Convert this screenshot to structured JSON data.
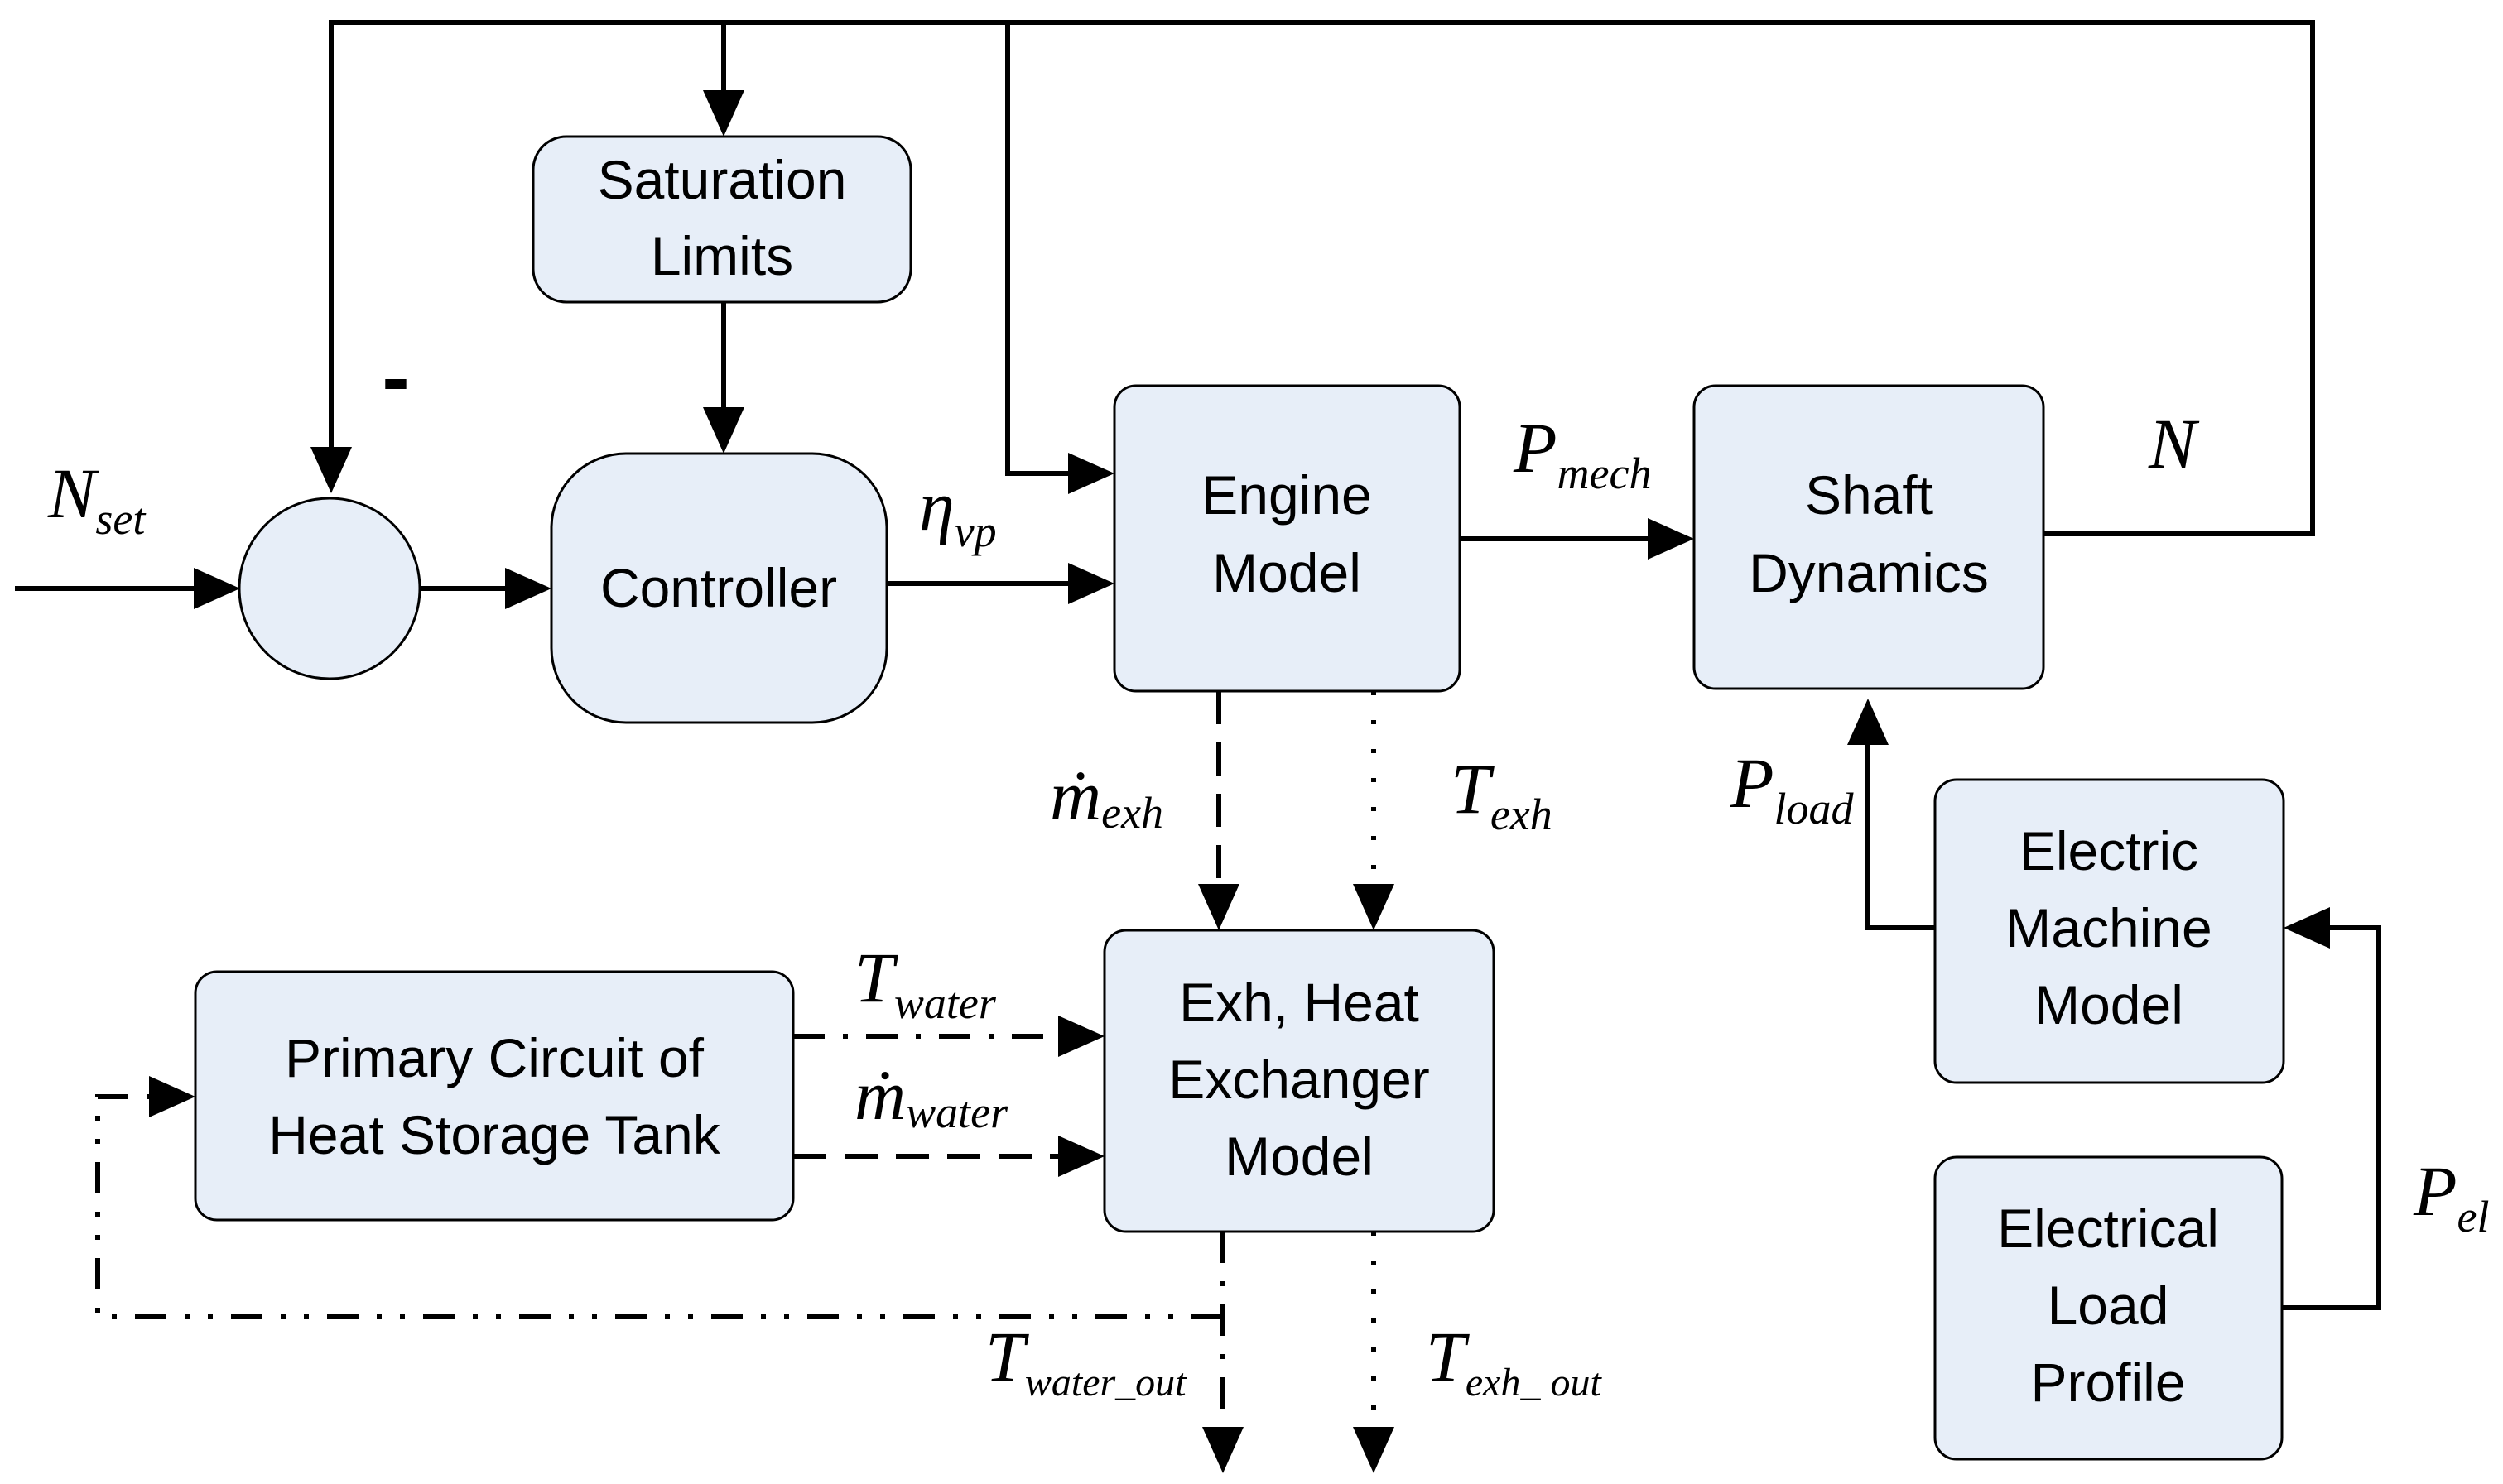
{
  "blocks": {
    "saturation": [
      "Saturation",
      "Limits"
    ],
    "controller": [
      "Controller"
    ],
    "engine": [
      "Engine",
      "Model"
    ],
    "shaft": [
      "Shaft",
      "Dynamics"
    ],
    "exchanger": [
      "Exh, Heat",
      "Exchanger",
      "Model"
    ],
    "primary": [
      "Primary Circuit of",
      "Heat Storage Tank"
    ],
    "machine": [
      "Electric",
      "Machine",
      "Model"
    ],
    "profile": [
      "Electrical",
      "Load",
      "Profile"
    ]
  },
  "sum_sign": "-",
  "signals": {
    "n_set": {
      "main": "N",
      "sub": "set"
    },
    "eta_vp": {
      "main": "η",
      "sub": "vp"
    },
    "p_mech": {
      "main": "P",
      "sub": "mech"
    },
    "n": {
      "main": "N",
      "sub": ""
    },
    "p_load": {
      "main": "P",
      "sub": "load"
    },
    "p_el": {
      "main": "P",
      "sub": "el"
    },
    "m_exh": {
      "main": "ṁ",
      "sub": "exh"
    },
    "t_exh": {
      "main": "T",
      "sub": "exh"
    },
    "t_water": {
      "main": "T",
      "sub": "water"
    },
    "m_water": {
      "main": "ṁ",
      "sub": "water"
    },
    "t_water_out": {
      "main": "T",
      "sub": "water_out"
    },
    "t_exh_out": {
      "main": "T",
      "sub": "exh_ out"
    }
  }
}
